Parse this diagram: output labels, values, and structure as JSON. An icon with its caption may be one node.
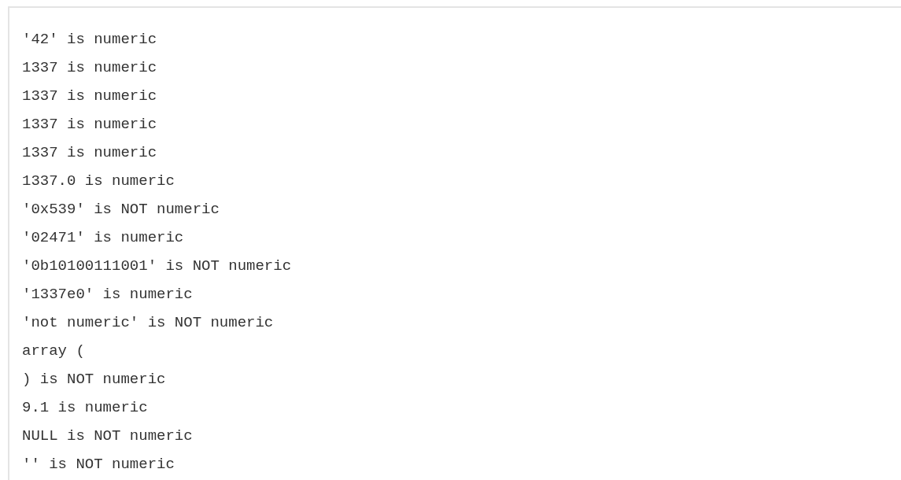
{
  "diagram": {
    "labels": [
      "'42' is numeric",
      "1337 is numeric",
      "1337 is numeric",
      "1337 is numeric",
      "1337 is numeric",
      "1337.0 is numeric",
      "'0x539' is NOT numeric",
      "'02471' is numeric",
      "'0b10100111001' is NOT numeric",
      "'1337e0' is numeric",
      "'not numeric' is NOT numeric",
      "array (",
      ") is NOT numeric",
      "9.1 is numeric",
      "NULL is NOT numeric",
      "'' is NOT numeric"
    ]
  }
}
